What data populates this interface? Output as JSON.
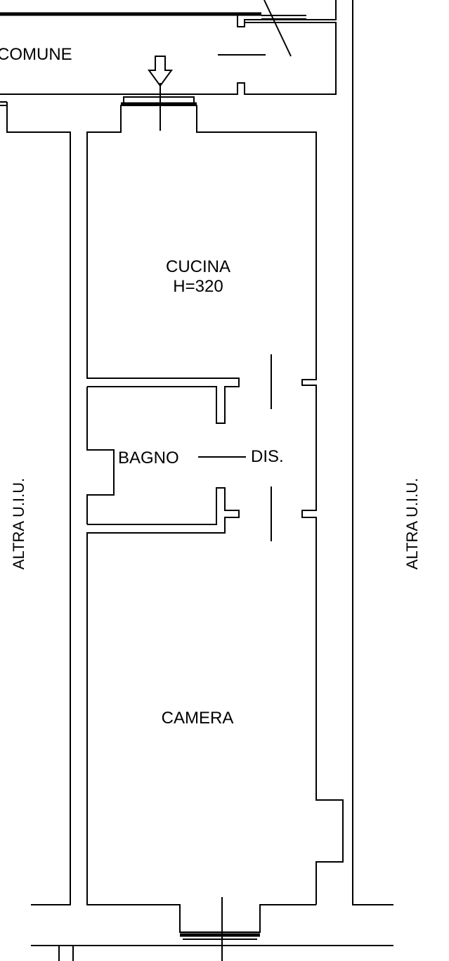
{
  "rooms": {
    "comune": "COMUNE",
    "cucina": "CUCINA",
    "cucina_height": "H=320",
    "bagno": "BAGNO",
    "dis": "DIS.",
    "camera": "CAMERA",
    "altra_left": "ALTRA U.I.U.",
    "altra_right": "ALTRA U.I.U."
  },
  "colors": {
    "line": "#000000",
    "background": "#ffffff"
  }
}
